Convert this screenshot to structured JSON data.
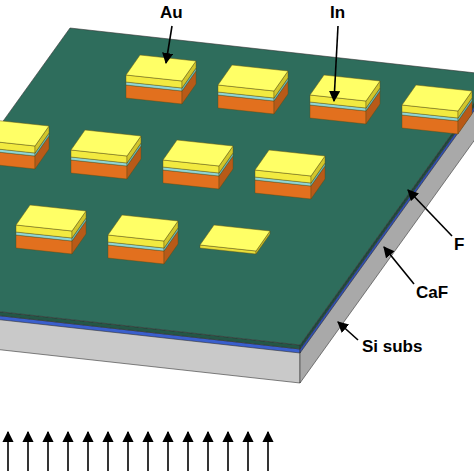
{
  "diagram": {
    "labels": [
      "Au",
      "In",
      "F",
      "CaF",
      "Si subs"
    ]
  }
}
